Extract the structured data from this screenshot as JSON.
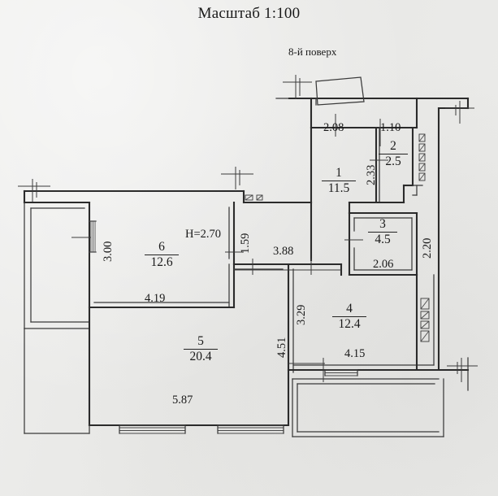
{
  "document": {
    "title": "Масштаб 1:100",
    "floor_label": "8-й поверх",
    "ceiling_height_note": "H=2.70"
  },
  "rooms": [
    {
      "number": "1",
      "area": "11.5"
    },
    {
      "number": "2",
      "area": "2.5"
    },
    {
      "number": "3",
      "area": "4.5"
    },
    {
      "number": "4",
      "area": "12.4"
    },
    {
      "number": "5",
      "area": "20.4"
    },
    {
      "number": "6",
      "area": "12.6"
    }
  ],
  "dimensions": {
    "d_2_08": "2.08",
    "d_1_10": "1.10",
    "d_2_33": "2.33",
    "d_2_20": "2.20",
    "d_2_06": "2.06",
    "d_3_00": "3.00",
    "d_1_59": "1.59",
    "d_3_88": "3.88",
    "d_4_19": "4.19",
    "d_3_29": "3.29",
    "d_4_51": "4.51",
    "d_4_15": "4.15",
    "d_5_87": "5.87"
  },
  "colors": {
    "paper": "#e9e9e7",
    "ink": "#2b2b2b"
  }
}
